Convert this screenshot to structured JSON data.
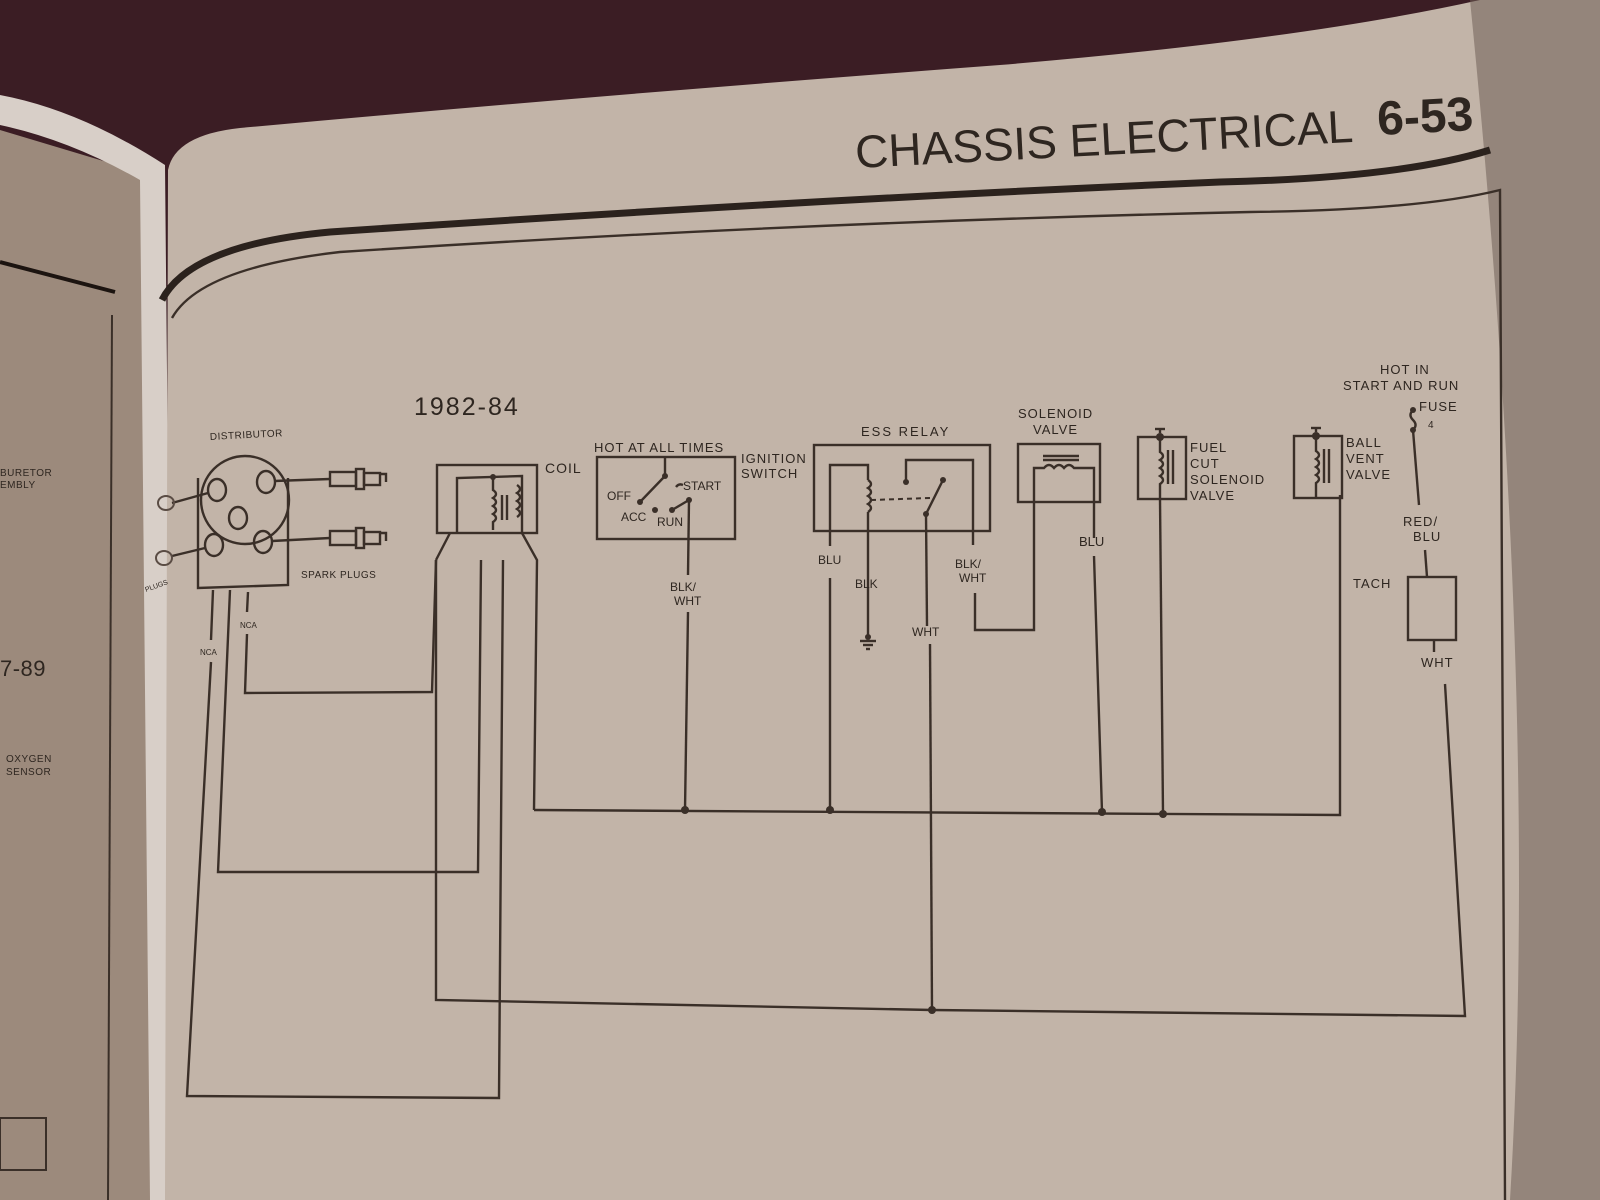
{
  "page": {
    "section_title": "CHASSIS ELECTRICAL",
    "page_number": "6-53",
    "left_page_fragments": [
      "BURETOR",
      "EMBLY",
      "7-89",
      "OXYGEN",
      "SENSOR"
    ]
  },
  "diagram": {
    "year_range": "1982-84",
    "components": {
      "distributor": "DISTRIBUTOR",
      "spark_plugs": "SPARK PLUGS",
      "plugs_small": "PLUGS",
      "coil": "COIL",
      "ignition_hot": "HOT AT ALL TIMES",
      "ignition_switch_1": "IGNITION",
      "ignition_switch_2": "SWITCH",
      "switch_off": "OFF",
      "switch_start": "START",
      "switch_acc": "ACC",
      "switch_run": "RUN",
      "ess_relay": "ESS RELAY",
      "solenoid_valve_1": "SOLENOID",
      "solenoid_valve_2": "VALVE",
      "fuel_cut_1": "FUEL",
      "fuel_cut_2": "CUT",
      "fuel_cut_3": "SOLENOID",
      "fuel_cut_4": "VALVE",
      "ball_vent_1": "BALL",
      "ball_vent_2": "VENT",
      "ball_vent_3": "VALVE",
      "hot_in_1": "HOT IN",
      "hot_in_2": "START AND RUN",
      "fuse": "FUSE",
      "fuse_number": "4",
      "tach": "TACH"
    },
    "wire_labels": {
      "nca_1": "NCA",
      "nca_2": "NCA",
      "blk_wht_ign_1": "BLK/",
      "blk_wht_ign_2": "WHT",
      "blu_relay": "BLU",
      "blk_relay": "BLK",
      "blk_wht_relay_1": "BLK/",
      "blk_wht_relay_2": "WHT",
      "wht_relay": "WHT",
      "blu_solenoid": "BLU",
      "red_blu_1": "RED/",
      "red_blu_2": "BLU",
      "wht_tach": "WHT"
    }
  }
}
